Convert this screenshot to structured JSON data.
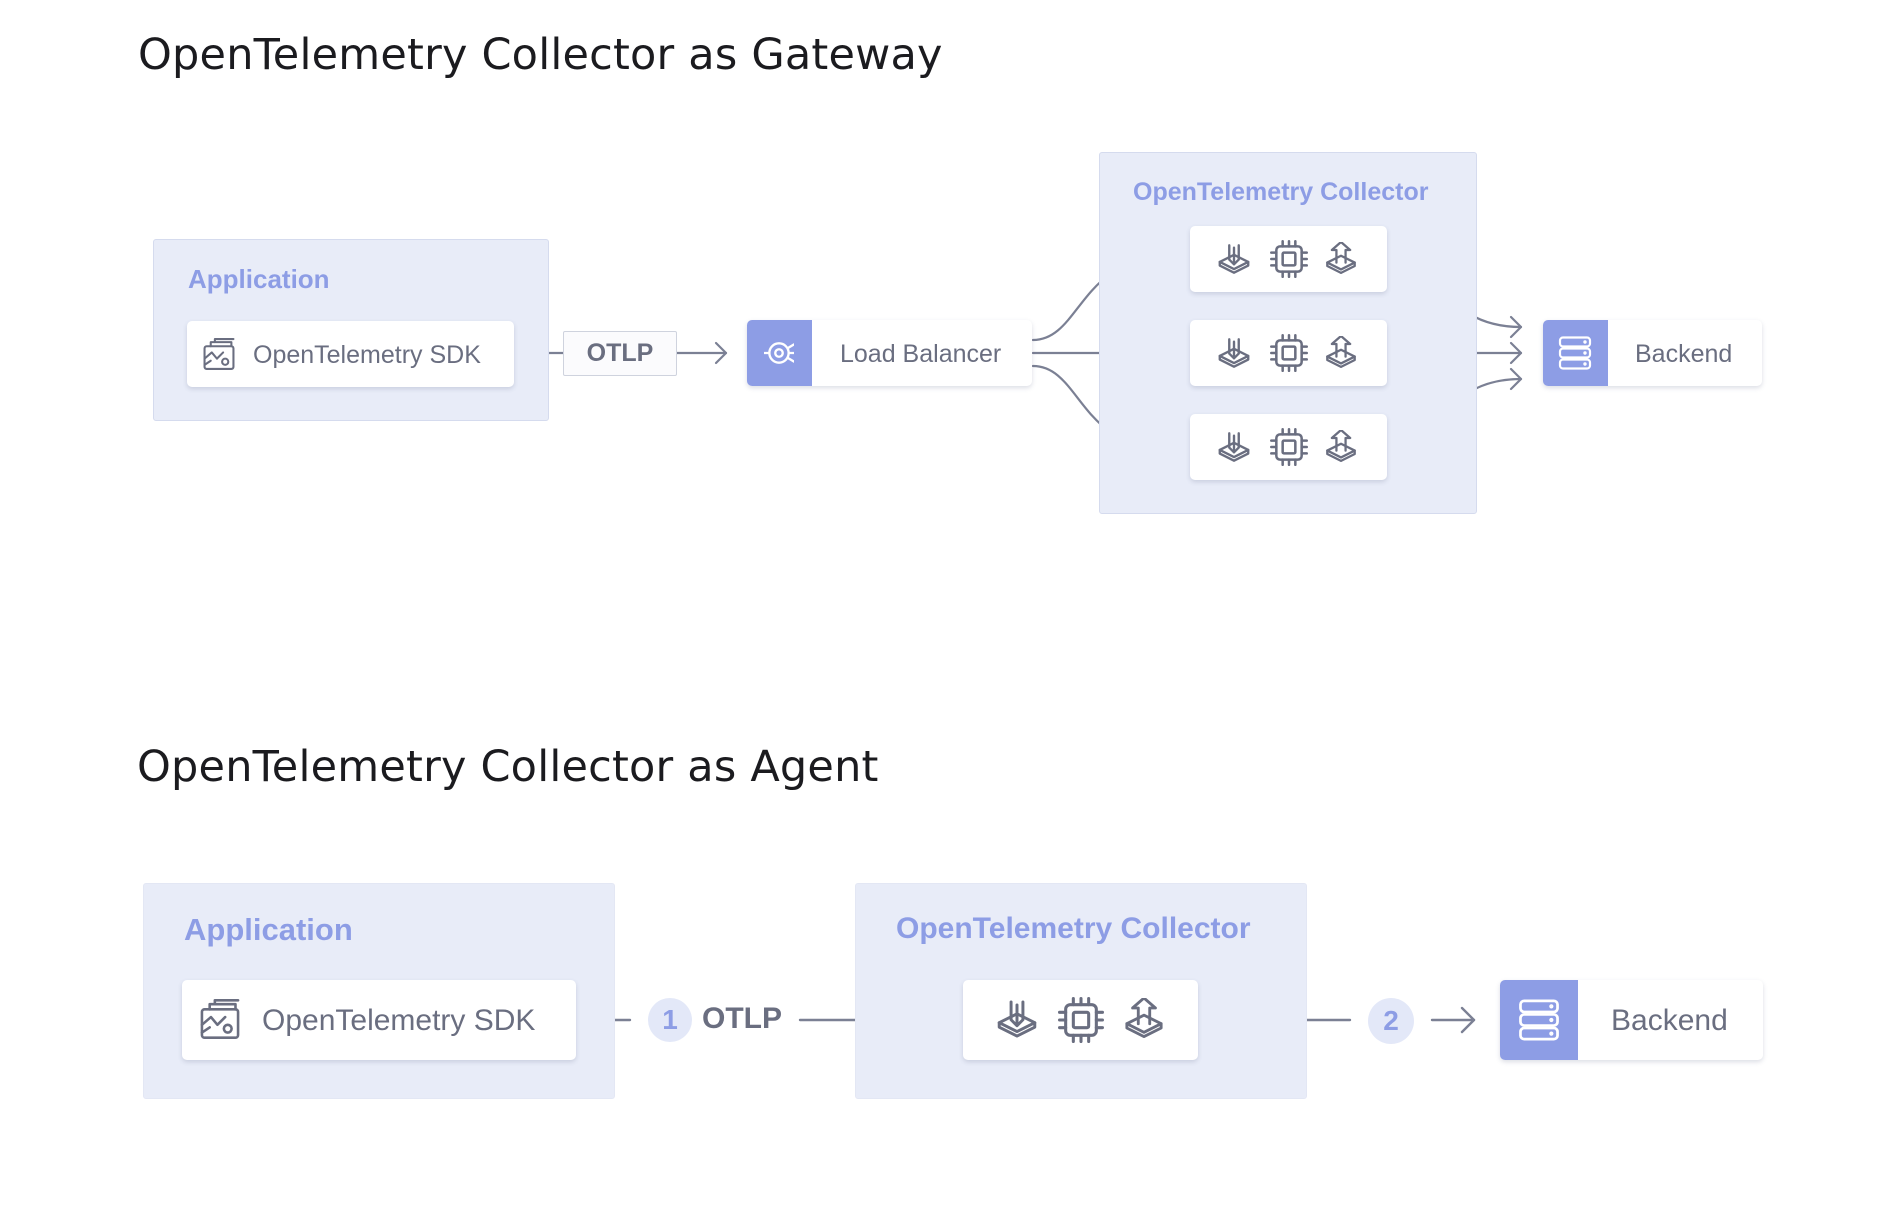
{
  "gateway": {
    "title": "OpenTelemetry Collector as Gateway",
    "application": {
      "title": "Application",
      "sdk_label": "OpenTelemetry SDK"
    },
    "otlp_label": "OTLP",
    "load_balancer_label": "Load Balancer",
    "collector": {
      "title": "OpenTelemetry Collector",
      "instances": [
        {
          "icons": [
            "receiver-icon",
            "processor-icon",
            "exporter-icon"
          ]
        },
        {
          "icons": [
            "receiver-icon",
            "processor-icon",
            "exporter-icon"
          ]
        },
        {
          "icons": [
            "receiver-icon",
            "processor-icon",
            "exporter-icon"
          ]
        }
      ]
    },
    "backend_label": "Backend"
  },
  "agent": {
    "title": "OpenTelemetry Collector as Agent",
    "application": {
      "title": "Application",
      "sdk_label": "OpenTelemetry SDK"
    },
    "step1": "1",
    "otlp_label": "OTLP",
    "collector": {
      "title": "OpenTelemetry Collector",
      "icons": [
        "receiver-icon",
        "processor-icon",
        "exporter-icon"
      ]
    },
    "step2": "2",
    "backend_label": "Backend"
  },
  "colors": {
    "accent": "#8d9de5",
    "panel": "#e8ecf8",
    "wire": "#7b8094",
    "text": "#6a6e80"
  }
}
